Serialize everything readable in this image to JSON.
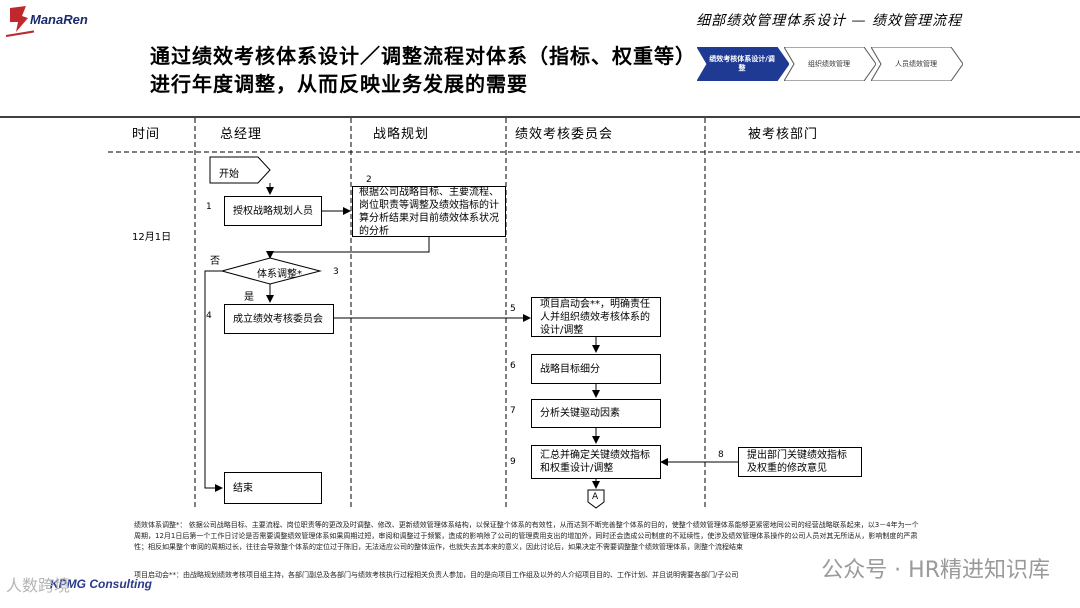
{
  "logo": {
    "text": "ManaRen"
  },
  "header": {
    "title": "细部绩效管理体系设计 — 绩效管理流程"
  },
  "main_title": "通过绩效考核体系设计／调整流程对体系（指标、权重等）进行年度调整，从而反映业务发展的需要",
  "nav": [
    {
      "label": "绩效考核体系设计/调整",
      "active": true
    },
    {
      "label": "组织绩效管理",
      "active": false
    },
    {
      "label": "人员绩效管理",
      "active": false
    }
  ],
  "lanes": {
    "time": "时间",
    "ceo": "总经理",
    "strategy": "战略规划",
    "committee": "绩效考核委员会",
    "assessed": "被考核部门"
  },
  "date_label": "12月1日",
  "flow": {
    "start": "开始",
    "step1_num": "1",
    "step1": "授权战略规划人员",
    "step2_num": "2",
    "step2": "根据公司战略目标、主要流程、岗位职责等调整及绩效指标的计算分析结果对目前绩效体系状况的分析",
    "decision_no": "否",
    "decision": "体系调整*",
    "step3_num": "3",
    "decision_yes": "是",
    "step4_num": "4",
    "step4": "成立绩效考核委员会",
    "step5_num": "5",
    "step5": "项目启动会**，明确责任人并组织绩效考核体系的设计/调整",
    "step6_num": "6",
    "step6": "战略目标细分",
    "step7_num": "7",
    "step7": "分析关键驱动因素",
    "step8_num": "8",
    "step8": "提出部门关键绩效指标及权重的修改意见",
    "step9_num": "9",
    "step9": "汇总并确定关键绩效指标和权重设计/调整",
    "connector": "A",
    "end": "结束"
  },
  "notes": {
    "note1": "绩效体系调整*： 依据公司战略目标、主要流程、岗位职责等的更改及时调整、修改、更新绩效管理体系结构，以保证整个体系的有效性，从而达到不断完善整个体系的目的，使整个绩效管理体系能够更紧密地同公司的经营战略联系起来，以3－4年为一个周期，12月1日后第一个工作日讨论是否需要调整绩效管理体系如果周期过短，审阅和调整过于频繁，造成的影响除了公司的管理费用支出的增加外，同时还会造成公司制度的不延续性，使涉及绩效管理体系操作的公司人员对其无所适从，影响制度的严肃性；相反如果整个审阅的周期过长，往往会导致整个体系的定位过于陈旧，无法适应公司的整体运作，也就失去其本来的意义，因此讨论后，如果决定不需要调整整个绩效管理体系，则整个流程结束",
    "note2": "项目启动会**：由战略规划绩效考核项目组主持，各部门副总及各部门与绩效考核执行过程相关负责人参加，目的是向项目工作组及以外的人介绍项目目的、工作计划、并且说明需要各部门/子公司"
  },
  "footer": {
    "brand": "KPMG Consulting",
    "watermark_left": "人数跨境",
    "watermark": "公众号 · HR精进知识库"
  },
  "colors": {
    "accent": "#1f3a93",
    "border": "#000000"
  }
}
